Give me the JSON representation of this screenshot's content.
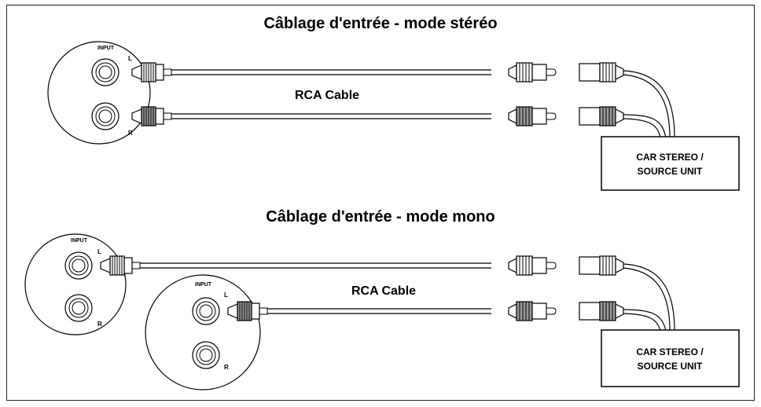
{
  "stereo": {
    "title": "Câblage d'entrée - mode stéréo",
    "cable_label": "RCA Cable",
    "input_label": "INPUT",
    "left_label": "L",
    "right_label": "R",
    "unit_line1": "CAR STEREO /",
    "unit_line2": "SOURCE UNIT"
  },
  "mono": {
    "title": "Câblage d'entrée - mode mono",
    "cable_label": "RCA Cable",
    "input_label": "INPUT",
    "left_label": "L",
    "right_label": "R",
    "unit_line1": "CAR STEREO /",
    "unit_line2": "SOURCE UNIT"
  },
  "colors": {
    "plug_white": "#ffffff",
    "plug_gray": "#9a9a9a",
    "line": "#000000"
  }
}
